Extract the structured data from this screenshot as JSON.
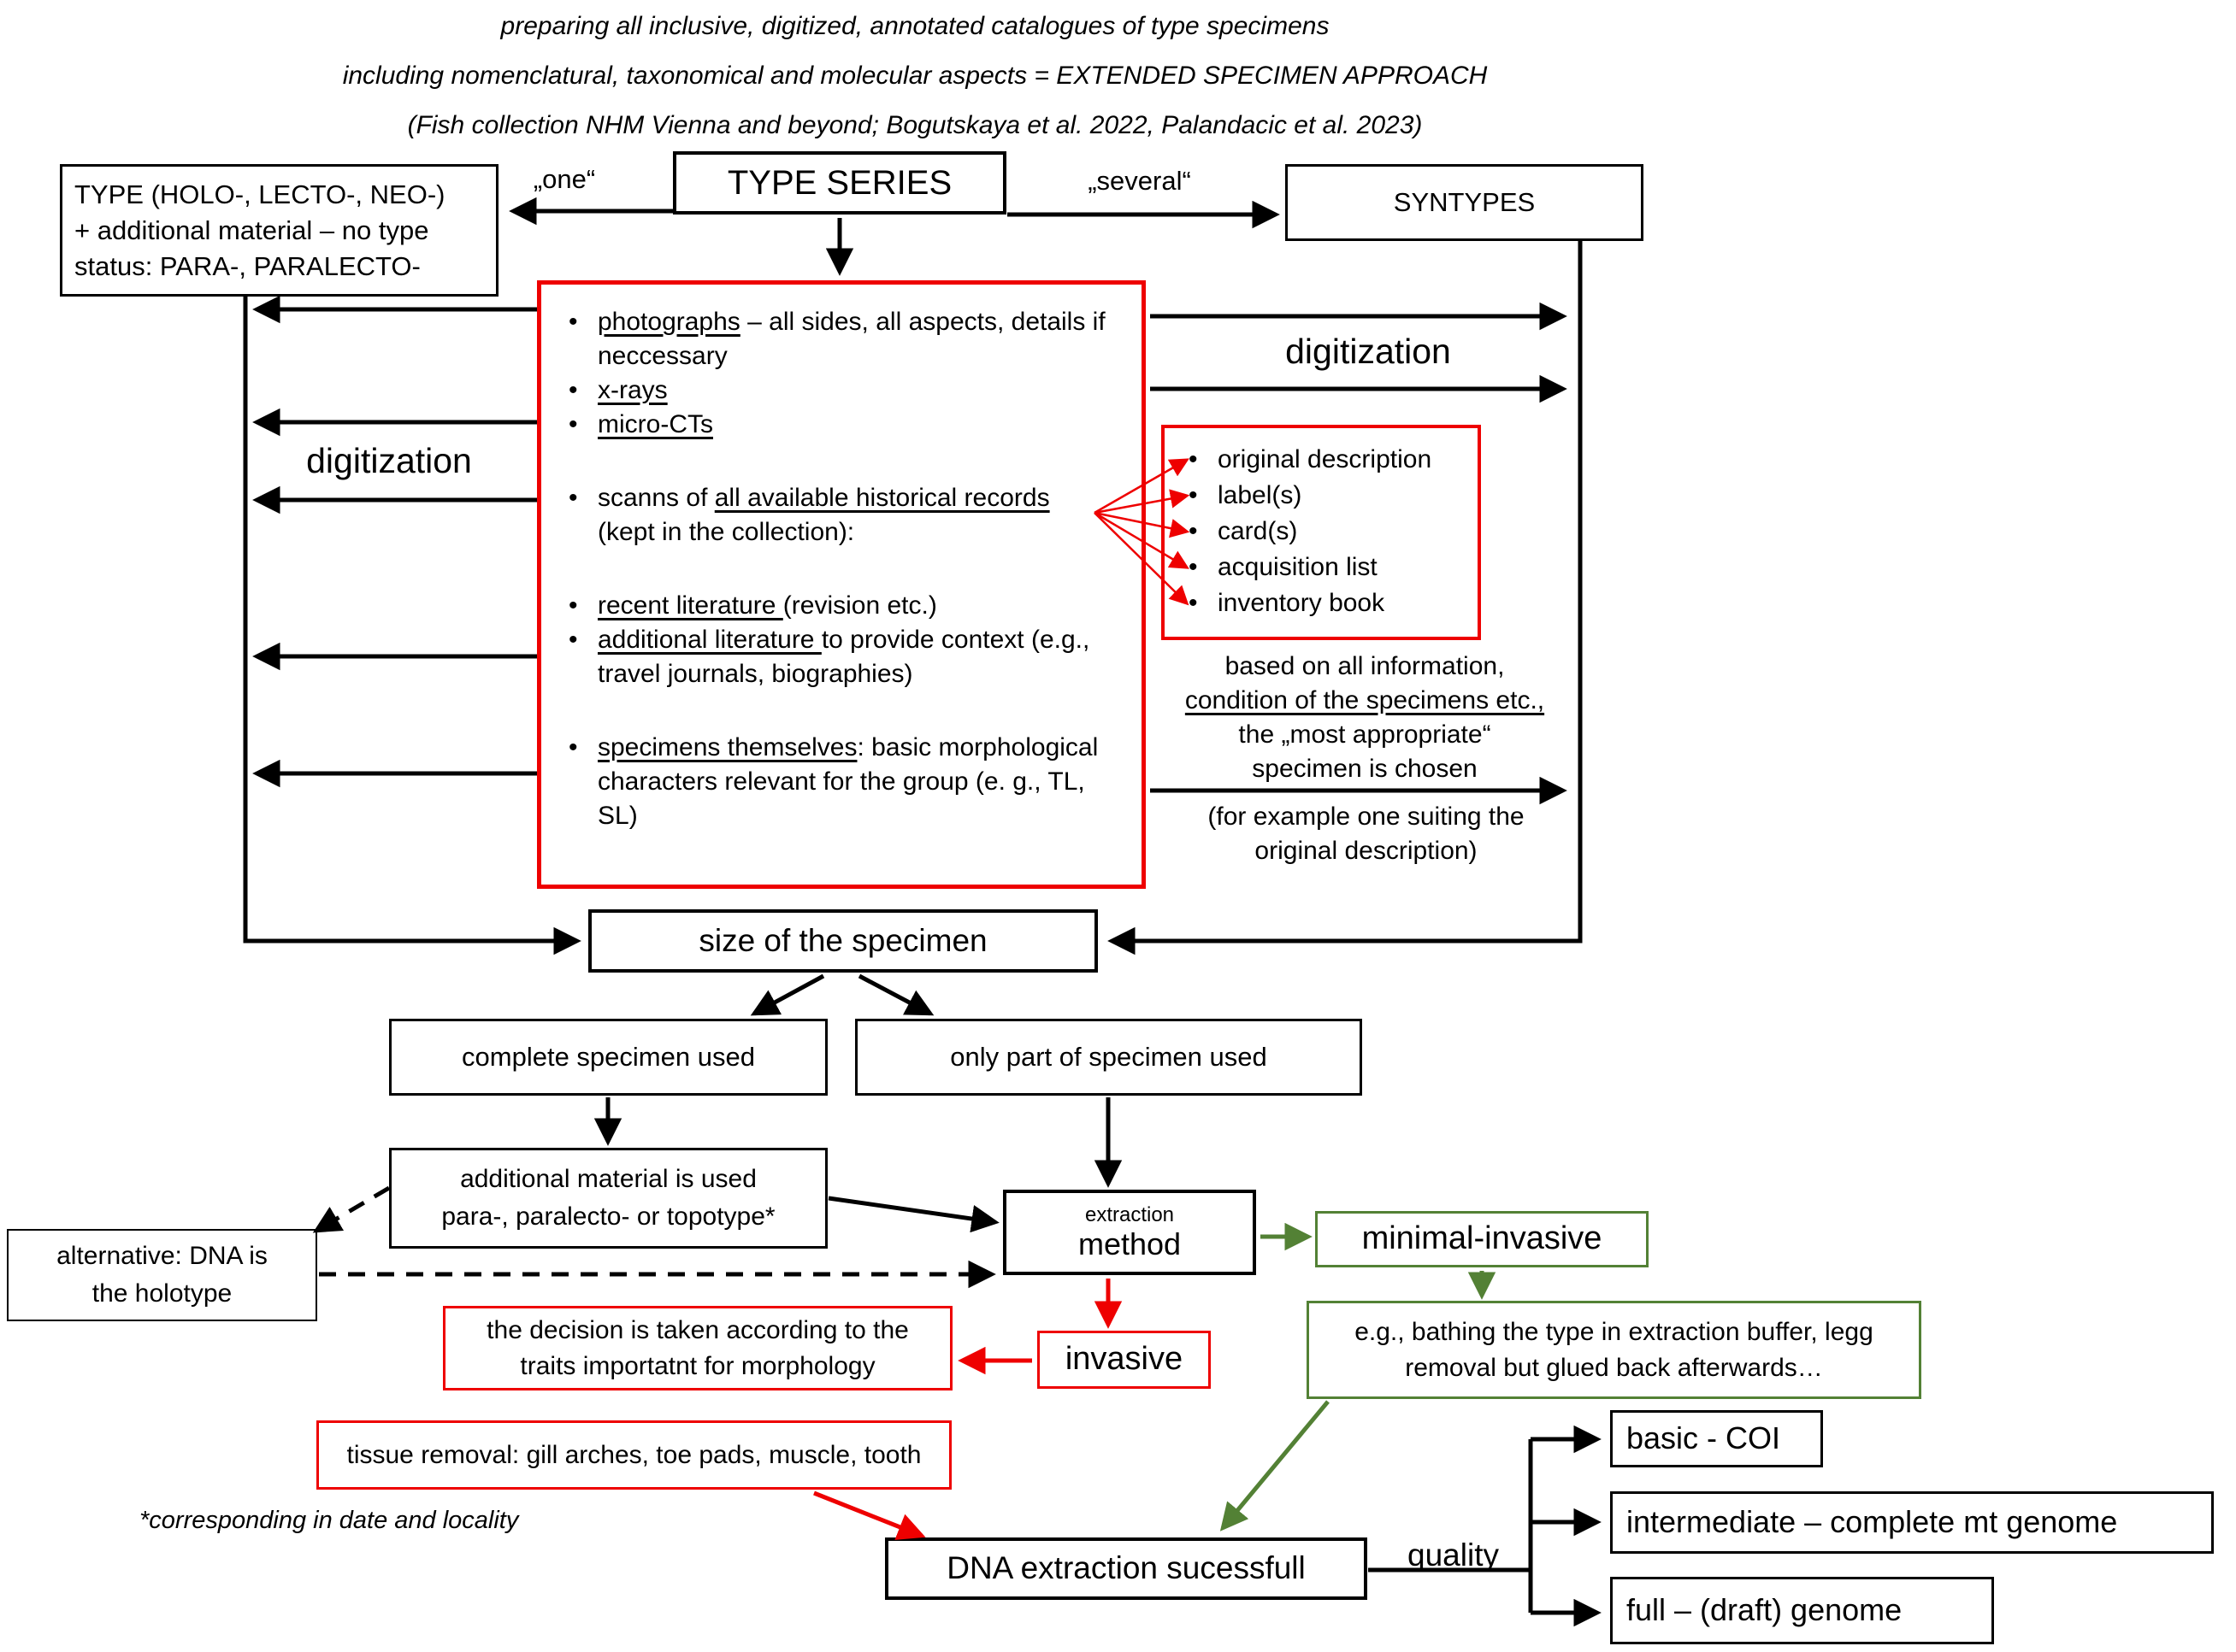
{
  "colors": {
    "red": "#ee0000",
    "green": "#538135",
    "black": "#000000"
  },
  "header": {
    "line1": "preparing all inclusive, digitized, annotated catalogues of type specimens",
    "line2": "including nomenclatural, taxonomical and molecular aspects = EXTENDED SPECIMEN APPROACH",
    "line3": "(Fish collection NHM Vienna and beyond; Bogutskaya et al. 2022, Palandacic et al. 2023)"
  },
  "top": {
    "type_box": {
      "line1": "TYPE (HOLO-, LECTO-, NEO-)",
      "line2": "+ additional material – no type",
      "line3": "status: PARA-, PARALECTO-"
    },
    "type_series": "TYPE SERIES",
    "one": "„one“",
    "several": "„several“",
    "syntypes": "SYNTYPES"
  },
  "checklist": {
    "bullets": [
      {
        "pre": "",
        "u": "photographs",
        "post": " – all sides, all aspects, details if neccessary"
      },
      {
        "pre": "",
        "u": "x-rays",
        "post": ""
      },
      {
        "pre": "",
        "u": "micro-CTs",
        "post": ""
      },
      {
        "pre": "scanns of ",
        "u": "all available historical records",
        "post": " (kept in the collection):"
      },
      {
        "pre": "",
        "u": "recent literature ",
        "post": "(revision etc.)"
      },
      {
        "pre": "",
        "u": "additional literature ",
        "post": "to provide context (e.g., travel journals, biographies)"
      },
      {
        "pre": "",
        "u": "specimens themselves",
        "post": ": basic morphological characters relevant for the group (e. g., TL, SL)"
      }
    ]
  },
  "records": {
    "items": [
      "original description",
      "label(s)",
      "card(s)",
      "acquisition list",
      "inventory book"
    ]
  },
  "labels": {
    "digitization_left": "digitization",
    "digitization_right": "digitization",
    "quality": "quality"
  },
  "selection": {
    "line1": "based on all information,",
    "line2": "condition of the specimens etc.,",
    "line3": "the „most appropriate“",
    "line4": "specimen is chosen",
    "example_line1": "(for example one suiting the",
    "example_line2": "original description)"
  },
  "flow": {
    "size": "size of the specimen",
    "complete": "complete specimen used",
    "part": "only part of specimen used",
    "additional": {
      "line1": "additional material is used",
      "line2": "para-, paralecto- or topotype*"
    },
    "alternative": {
      "line1": "alternative: DNA is",
      "line2": "the holotype"
    },
    "extraction": {
      "small": "extraction",
      "big": "method"
    },
    "minimal_invasive": "minimal-invasive",
    "invasive": "invasive",
    "decision": {
      "line1": "the decision is taken according to the",
      "line2": "traits importatnt for morphology"
    },
    "tissue": "tissue removal: gill arches, toe pads, muscle, tooth",
    "green_note": {
      "line1": "e.g., bathing the type in extraction buffer, legg",
      "line2": "removal but glued back afterwards…"
    },
    "footnote": "*corresponding in date and locality",
    "dna": "DNA extraction sucessfull",
    "quality_levels": [
      "basic - COI",
      "intermediate – complete mt genome",
      "full – (draft) genome"
    ]
  }
}
